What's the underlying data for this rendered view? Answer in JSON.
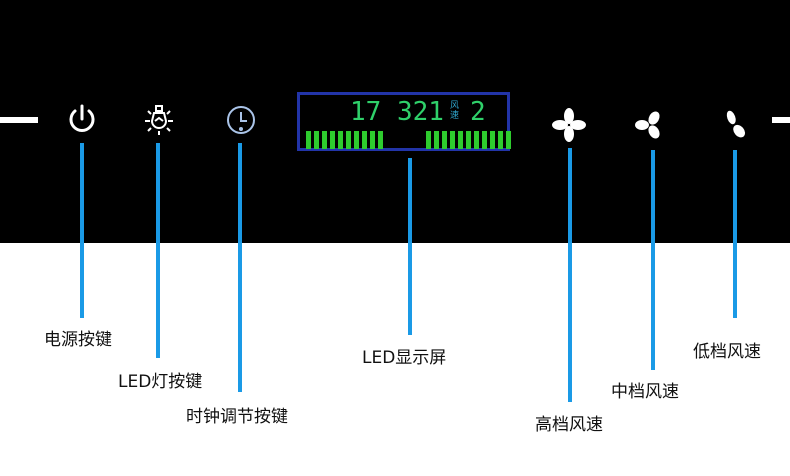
{
  "display": {
    "digits": "17 321",
    "fan_label": "风速",
    "fan_level": "2",
    "left_bars": 10,
    "right_bars": 11
  },
  "labels": {
    "power": "电源按键",
    "light": "LED灯按键",
    "clock": "时钟调节按键",
    "display": "LED显示屏",
    "high": "高档风速",
    "mid": "中档风速",
    "low": "低档风速"
  },
  "colors": {
    "line": "#1a9ae6",
    "icon": "#ffffff"
  }
}
